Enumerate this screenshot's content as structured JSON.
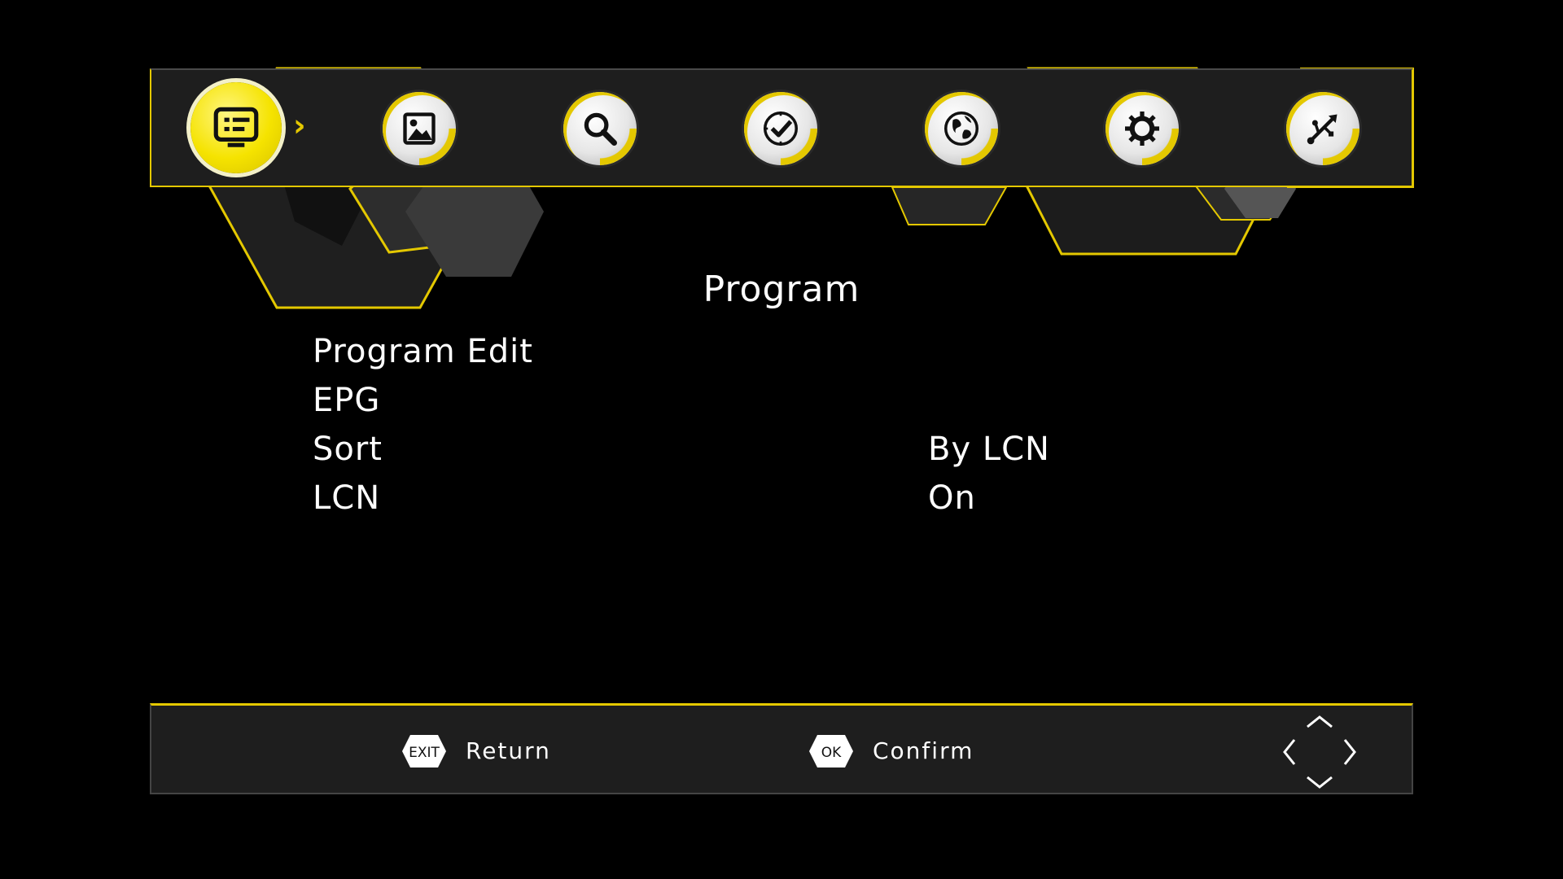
{
  "colors": {
    "accent": "#e4c800",
    "bar_bg": "#1e1e1e",
    "background": "#000000",
    "text": "#ffffff"
  },
  "top_menu": {
    "items": [
      {
        "id": "program",
        "icon": "tv-list-icon",
        "active": true
      },
      {
        "id": "picture",
        "icon": "picture-icon",
        "active": false
      },
      {
        "id": "channel-search",
        "icon": "search-icon",
        "active": false
      },
      {
        "id": "time",
        "icon": "clock-icon",
        "active": false
      },
      {
        "id": "option",
        "icon": "globe-icon",
        "active": false
      },
      {
        "id": "system",
        "icon": "gear-icon",
        "active": false
      },
      {
        "id": "usb",
        "icon": "usb-icon",
        "active": false
      }
    ]
  },
  "page": {
    "title": "Program"
  },
  "menu": {
    "items": [
      {
        "label": "Program Edit",
        "value": ""
      },
      {
        "label": "EPG",
        "value": ""
      },
      {
        "label": "Sort",
        "value": "By LCN"
      },
      {
        "label": "LCN",
        "value": "On"
      }
    ]
  },
  "help_bar": {
    "exit_key": "EXIT",
    "exit_label": "Return",
    "ok_key": "OK",
    "ok_label": "Confirm"
  }
}
